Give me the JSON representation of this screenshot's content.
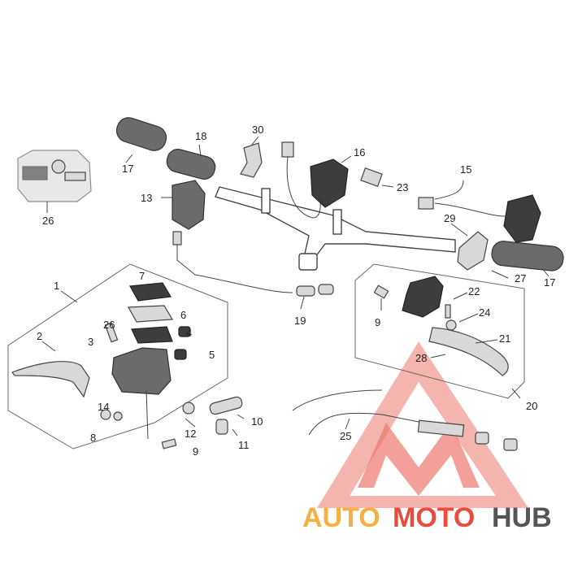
{
  "callouts": {
    "c1": "1",
    "c2": "2",
    "c3": "3",
    "c4": "4",
    "c5": "5",
    "c6": "6",
    "c7": "7",
    "c8": "8",
    "c9a": "9",
    "c9b": "9",
    "c10": "10",
    "c11": "11",
    "c12": "12",
    "c13": "13",
    "c14": "14",
    "c15": "15",
    "c16": "16",
    "c17a": "17",
    "c17b": "17",
    "c18": "18",
    "c19": "19",
    "c20": "20",
    "c21": "21",
    "c22": "22",
    "c23": "23",
    "c24": "24",
    "c25": "25",
    "c26a": "26",
    "c26b": "26",
    "c27": "27",
    "c28": "28",
    "c29": "29",
    "c30": "30"
  },
  "watermark": {
    "part1": "AUTO",
    "part2": "MOTO",
    "part3": "HUB",
    "color_orange": "#f5b041",
    "color_red": "#e74c3c",
    "color_dark": "#555555"
  }
}
